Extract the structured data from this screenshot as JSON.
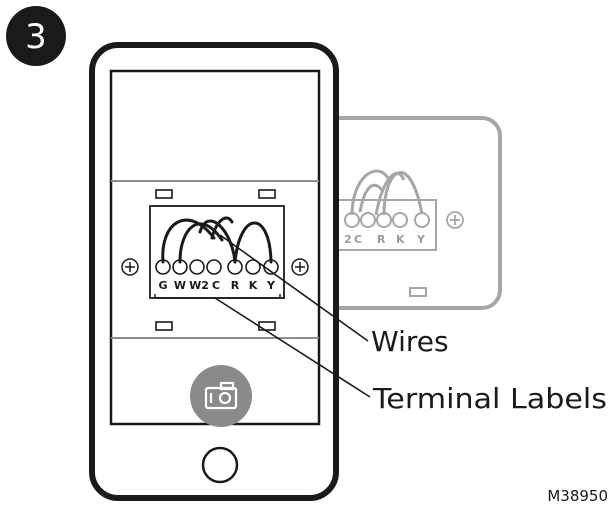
{
  "step_number": "3",
  "callouts": {
    "wires": "Wires",
    "terminal_labels": "Terminal Labels"
  },
  "figure_code": "M38950",
  "terminals": [
    "G",
    "W",
    "W2",
    "C",
    "R",
    "K",
    "Y"
  ],
  "background_terminals_visible": [
    "2",
    "C",
    "R",
    "K",
    "Y"
  ],
  "icons": {
    "phone": "smartphone-icon",
    "camera": "camera-icon",
    "home_button": "home-button-icon",
    "screw": "screw-icon"
  },
  "colors": {
    "line": "#1a1a1a",
    "ghost_line": "#a6a6a6",
    "screen_divider": "#8c8c8c",
    "camera_button": "#8a8a8a"
  }
}
